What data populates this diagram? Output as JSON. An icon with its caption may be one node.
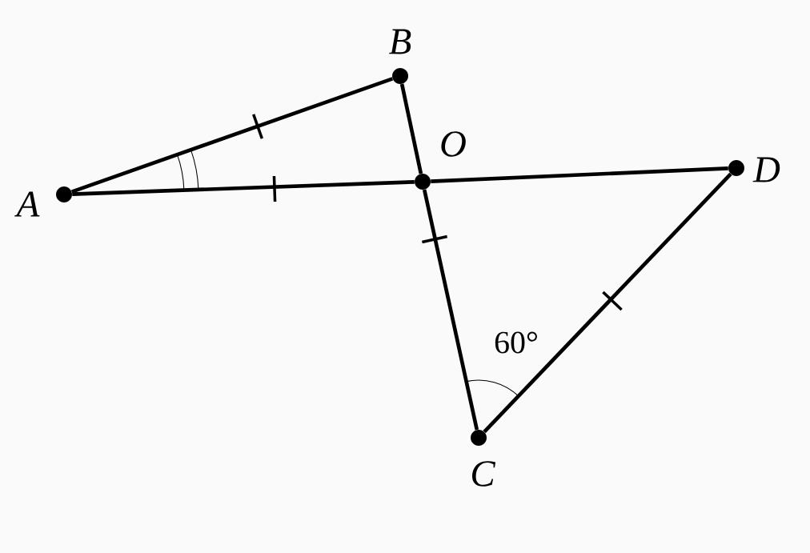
{
  "diagram": {
    "nodes": [
      {
        "text": [
          "A"
        ]
      },
      {
        "text": [
          "B"
        ]
      },
      {
        "text": [
          "O"
        ]
      },
      {
        "text": [
          "D"
        ]
      },
      {
        "text": [
          "C"
        ]
      }
    ],
    "edges": [
      {
        "from": 0,
        "to": 1,
        "arrow": "none"
      },
      {
        "from": 0,
        "to": 2,
        "arrow": "none"
      },
      {
        "from": 2,
        "to": 3,
        "arrow": "none"
      },
      {
        "from": 1,
        "to": 2,
        "arrow": "none"
      },
      {
        "from": 2,
        "to": 4,
        "arrow": "none"
      },
      {
        "from": 4,
        "to": 3,
        "arrow": "none"
      }
    ],
    "labels": [
      "60°"
    ]
  }
}
